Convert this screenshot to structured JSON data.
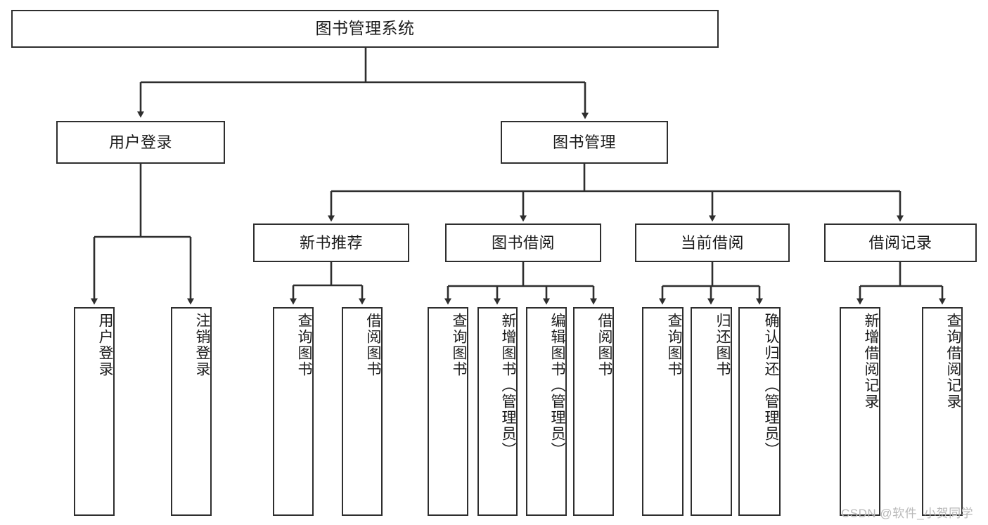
{
  "diagram": {
    "title": "图书管理系统",
    "watermark": "CSDN @软件_小贺同学",
    "line_color": "#2e2e2e",
    "box_fill": "#ffffff",
    "text_color": "#1b1b1b",
    "watermark_color": "#b9b9b9",
    "levels": {
      "root": {
        "label": "图书管理系统"
      },
      "level2": [
        {
          "label": "用户登录"
        },
        {
          "label": "图书管理"
        }
      ],
      "level3": [
        {
          "label": "新书推荐"
        },
        {
          "label": "图书借阅"
        },
        {
          "label": "当前借阅"
        },
        {
          "label": "借阅记录"
        }
      ],
      "leaves": {
        "user_login": [
          {
            "label": "用户登录"
          },
          {
            "label": "注销登录"
          }
        ],
        "new_book_recommend": [
          {
            "label": "查询图书"
          },
          {
            "label": "借阅图书"
          }
        ],
        "book_borrow": [
          {
            "label": "查询图书"
          },
          {
            "label": "新增图书（管理员）"
          },
          {
            "label": "编辑图书（管理员）"
          },
          {
            "label": "借阅图书"
          }
        ],
        "current_borrow": [
          {
            "label": "查询图书"
          },
          {
            "label": "归还图书"
          },
          {
            "label": "确认归还（管理员）"
          }
        ],
        "borrow_records": [
          {
            "label": "新增借阅记录"
          },
          {
            "label": "查询借阅记录"
          }
        ]
      }
    }
  }
}
